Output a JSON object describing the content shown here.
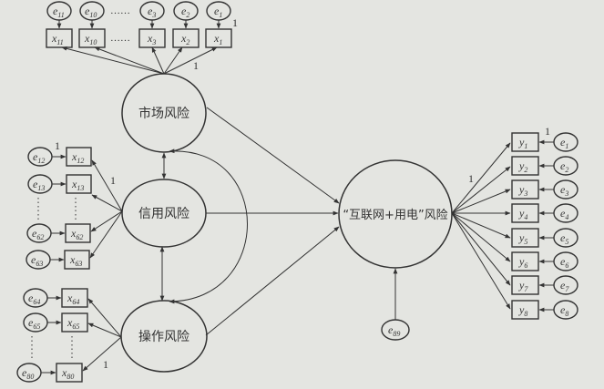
{
  "latent": {
    "market": "市场风险",
    "credit": "信用风险",
    "operation": "操作风险",
    "outcome": "“互联网+用电”风险"
  },
  "market_indicators": [
    {
      "x": "x",
      "xs": "11",
      "e": "e",
      "es": "11"
    },
    {
      "x": "x",
      "xs": "10",
      "e": "e",
      "es": "10"
    },
    {
      "x": "x",
      "xs": "3",
      "e": "e",
      "es": "3"
    },
    {
      "x": "x",
      "xs": "2",
      "e": "e",
      "es": "2"
    },
    {
      "x": "x",
      "xs": "1",
      "e": "e",
      "es": "1"
    }
  ],
  "credit_indicators": [
    {
      "x": "x",
      "xs": "12",
      "e": "e",
      "es": "12"
    },
    {
      "x": "x",
      "xs": "13",
      "e": "e",
      "es": "13"
    },
    {
      "x": "x",
      "xs": "62",
      "e": "e",
      "es": "62"
    },
    {
      "x": "x",
      "xs": "63",
      "e": "e",
      "es": "63"
    }
  ],
  "operation_indicators": [
    {
      "x": "x",
      "xs": "64",
      "e": "e",
      "es": "64"
    },
    {
      "x": "x",
      "xs": "65",
      "e": "e",
      "es": "65"
    },
    {
      "x": "x",
      "xs": "80",
      "e": "e",
      "es": "80"
    }
  ],
  "outcome_indicators": [
    {
      "y": "y",
      "ys": "1",
      "e": "e",
      "es": "1"
    },
    {
      "y": "y",
      "ys": "2",
      "e": "e",
      "es": "2"
    },
    {
      "y": "y",
      "ys": "3",
      "e": "e",
      "es": "3"
    },
    {
      "y": "y",
      "ys": "4",
      "e": "e",
      "es": "4"
    },
    {
      "y": "y",
      "ys": "5",
      "e": "e",
      "es": "5"
    },
    {
      "y": "y",
      "ys": "6",
      "e": "e",
      "es": "6"
    },
    {
      "y": "y",
      "ys": "7",
      "e": "e",
      "es": "7"
    },
    {
      "y": "y",
      "ys": "8",
      "e": "e",
      "es": "8"
    }
  ],
  "structural_error": {
    "e": "e",
    "es": "89"
  },
  "fixed_loading": "1",
  "ellipsis_h": "……",
  "colors": {
    "background": "#e4e5e1",
    "stroke": "#333333"
  }
}
